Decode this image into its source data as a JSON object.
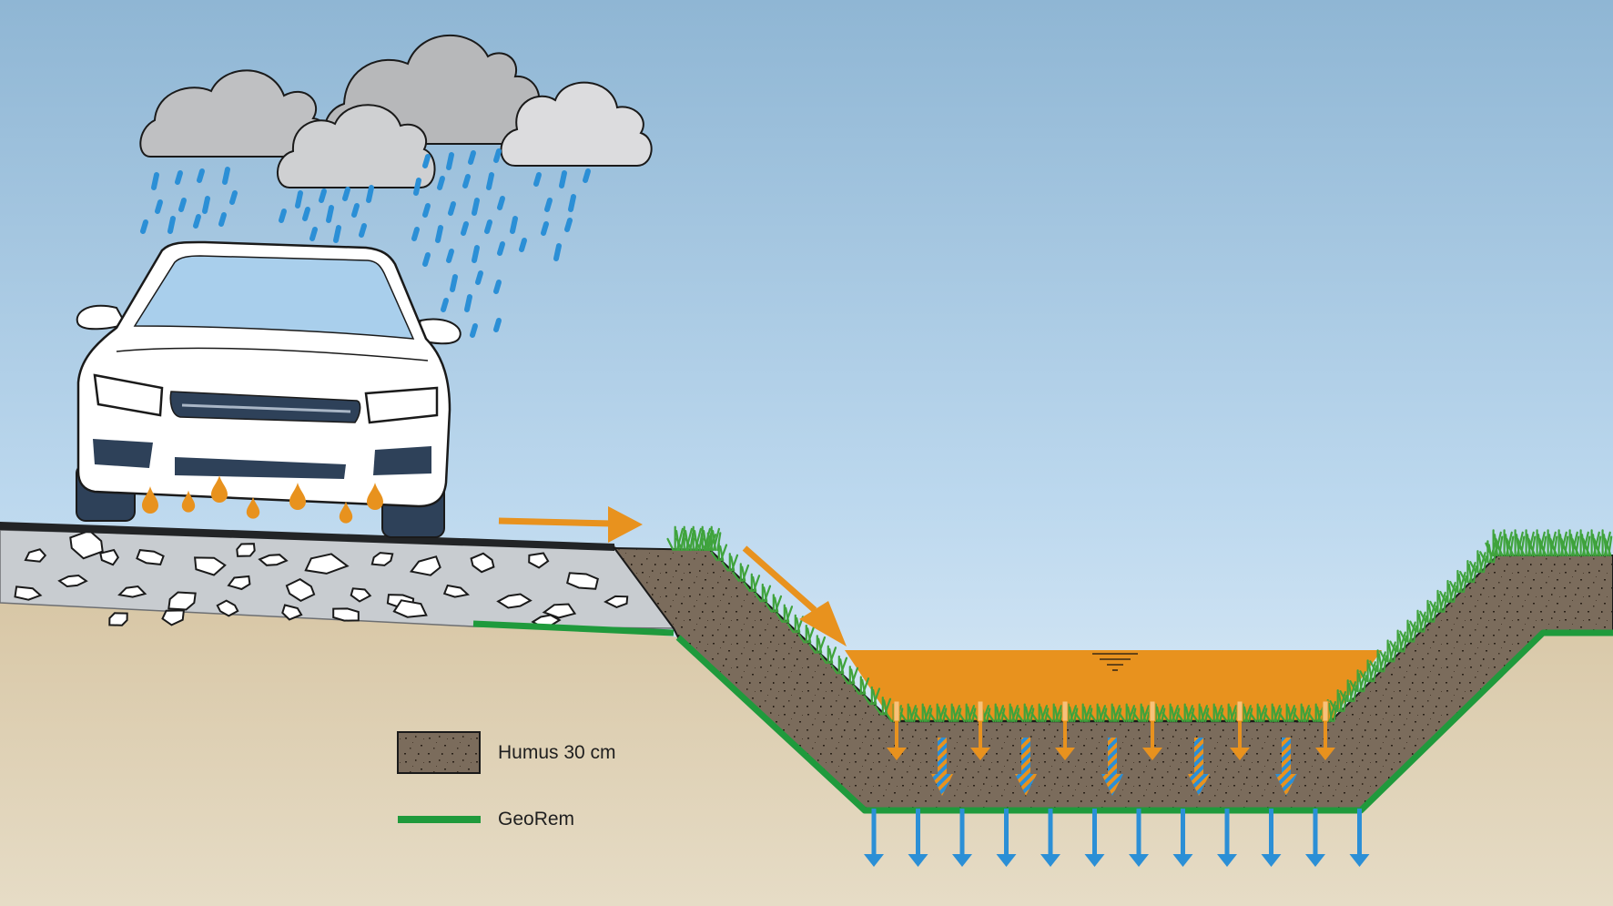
{
  "legend": {
    "items": [
      {
        "label": "Humus 30 cm",
        "swatch": "humus"
      },
      {
        "label": "GeoRem",
        "swatch": "green-line"
      }
    ]
  },
  "colors": {
    "sky_top": "#8fb6d4",
    "sky_bottom": "#e9f3fb",
    "ground": "#dfd2b6",
    "humus": "#7a6a5a",
    "gravel": "#c8ccd0",
    "georem": "#1f9a3c",
    "polluted_water": "#e8921e",
    "rain": "#2b8fd6",
    "grass": "#3fa33c",
    "car_body": "#ffffff",
    "car_dark": "#2e4159",
    "cloud": "#c9c9cb"
  },
  "icons": [
    "cloud-icon",
    "rain-icon",
    "car-icon",
    "oil-drop-icon",
    "runoff-arrow-icon",
    "infiltration-arrow-icon",
    "water-level-icon",
    "grass-icon"
  ]
}
